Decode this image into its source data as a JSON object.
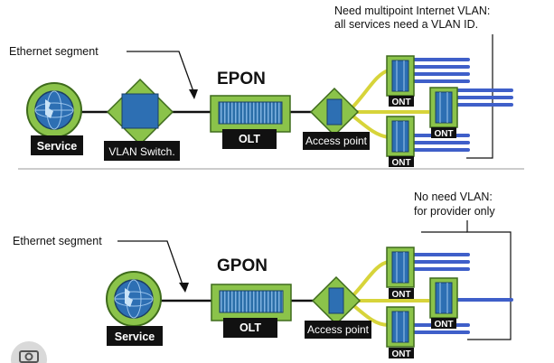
{
  "epon": {
    "title": "EPON",
    "ethernet_label": "Ethernet segment",
    "note_line1": "Need multipoint Internet VLAN:",
    "note_line2": "all services need a VLAN ID.",
    "service_label": "Service",
    "switch_label": "VLAN Switch.",
    "olt_label": "OLT",
    "ap_label": "Access point",
    "ont_labels": [
      "ONT",
      "ONT",
      "ONT"
    ]
  },
  "gpon": {
    "title": "GPON",
    "ethernet_label": "Ethernet segment",
    "note_line1": "No need VLAN:",
    "note_line2": "for provider only",
    "service_label": "Service",
    "olt_label": "OLT",
    "ap_label": "Access point",
    "ont_labels": [
      "ONT",
      "ONT",
      "ONT"
    ]
  },
  "colors": {
    "green": "#8bc34a",
    "dark_green": "#3e6b1c",
    "fiber": "#d7d43a",
    "blue_line": "#3f5fc9",
    "device_blue": "#2d6fb3",
    "black_label": "#111111"
  },
  "icons": [
    "globe-icon",
    "vlan-switch-icon",
    "olt-rack-icon",
    "splitter-icon",
    "ont-icon",
    "camera-icon"
  ]
}
